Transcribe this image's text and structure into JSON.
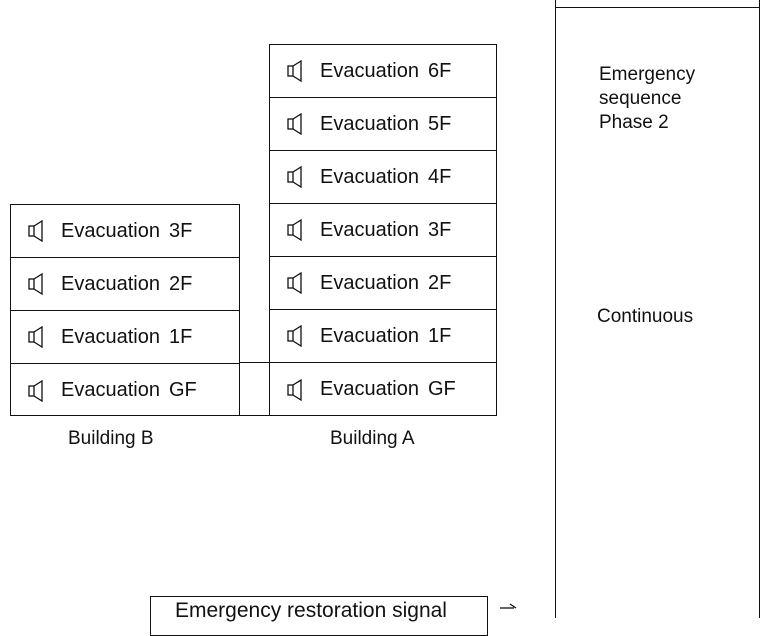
{
  "building_b": {
    "caption": "Building B",
    "floors": [
      {
        "label": "Evacuation",
        "floor": "3F"
      },
      {
        "label": "Evacuation",
        "floor": "2F"
      },
      {
        "label": "Evacuation",
        "floor": "1F"
      },
      {
        "label": "Evacuation",
        "floor": "GF"
      }
    ]
  },
  "building_a": {
    "caption": "Building A",
    "floors": [
      {
        "label": "Evacuation",
        "floor": "6F"
      },
      {
        "label": "Evacuation",
        "floor": "5F"
      },
      {
        "label": "Evacuation",
        "floor": "4F"
      },
      {
        "label": "Evacuation",
        "floor": "3F"
      },
      {
        "label": "Evacuation",
        "floor": "2F"
      },
      {
        "label": "Evacuation",
        "floor": "1F"
      },
      {
        "label": "Evacuation",
        "floor": "GF"
      }
    ]
  },
  "sequence": {
    "line1": "Emergency",
    "line2": "sequence",
    "line3": "Phase 2",
    "mode": "Continuous"
  },
  "restoration": {
    "label": "Emergency restoration signal"
  },
  "icons": {
    "floor_icon": "speaker-icon"
  }
}
